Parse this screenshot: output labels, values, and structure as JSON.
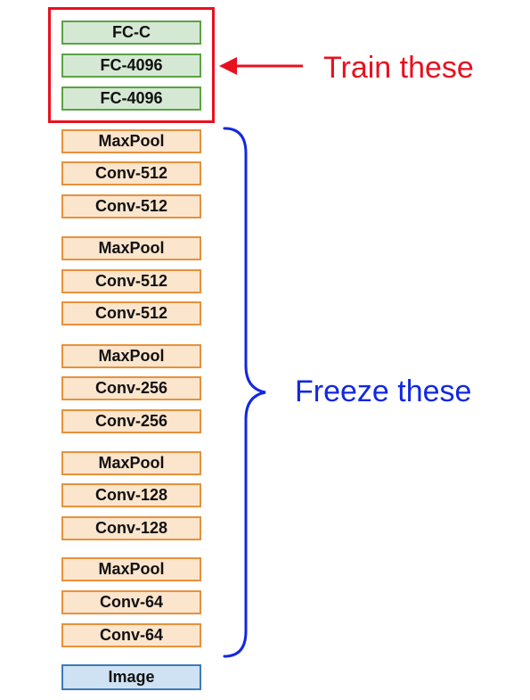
{
  "layers": [
    {
      "label": "FC-C",
      "kind": "fc"
    },
    {
      "label": "FC-4096",
      "kind": "fc"
    },
    {
      "label": "FC-4096",
      "kind": "fc"
    },
    {
      "label": "MaxPool",
      "kind": "conv"
    },
    {
      "label": "Conv-512",
      "kind": "conv"
    },
    {
      "label": "Conv-512",
      "kind": "conv"
    },
    {
      "label": "MaxPool",
      "kind": "conv"
    },
    {
      "label": "Conv-512",
      "kind": "conv"
    },
    {
      "label": "Conv-512",
      "kind": "conv"
    },
    {
      "label": "MaxPool",
      "kind": "conv"
    },
    {
      "label": "Conv-256",
      "kind": "conv"
    },
    {
      "label": "Conv-256",
      "kind": "conv"
    },
    {
      "label": "MaxPool",
      "kind": "conv"
    },
    {
      "label": "Conv-128",
      "kind": "conv"
    },
    {
      "label": "Conv-128",
      "kind": "conv"
    },
    {
      "label": "MaxPool",
      "kind": "conv"
    },
    {
      "label": "Conv-64",
      "kind": "conv"
    },
    {
      "label": "Conv-64",
      "kind": "conv"
    },
    {
      "label": "Image",
      "kind": "input"
    }
  ],
  "annotations": {
    "train": "Train these",
    "freeze": "Freeze these"
  },
  "colors": {
    "train": "#e8101f",
    "freeze": "#1228e0",
    "fc_fill": "#d5e8d4",
    "conv_fill": "#fce5cd",
    "input_fill": "#cfe2f3"
  }
}
